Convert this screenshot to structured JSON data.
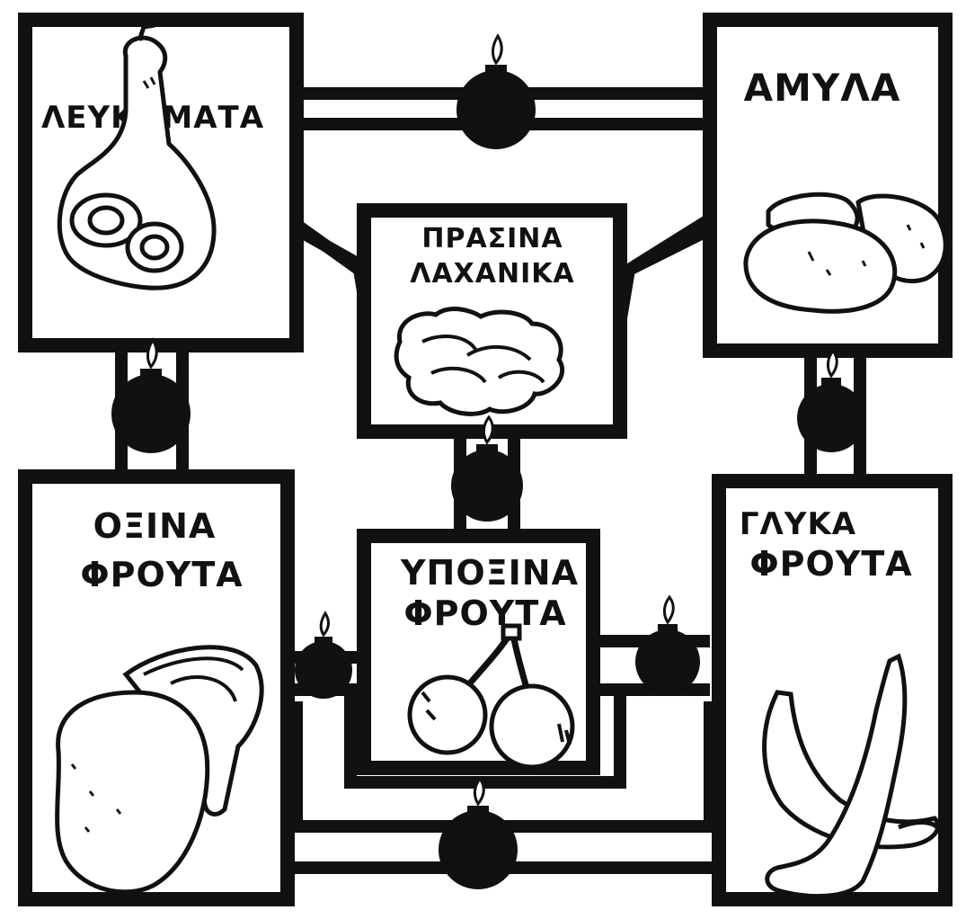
{
  "colors": {
    "ink": "#111111",
    "paper": "#ffffff"
  },
  "groups": {
    "proteins": {
      "label": "ΛΕΥΚΩΜΑΤΑ",
      "icon": "ham-icon"
    },
    "starches": {
      "label": "ΑΜΥΛΑ",
      "icon": "potatoes-icon"
    },
    "green_vegetables": {
      "line1": "ΠΡΑΣΙΝΑ",
      "line2": "ΛΑΧΑΝΙΚΑ",
      "icon": "lettuce-icon"
    },
    "acid_fruits": {
      "line1": "ΟΞΙΝΑ",
      "line2": "ΦΡΟΥΤΑ",
      "icon": "lemon-icon"
    },
    "subacid_fruits": {
      "line1": "ΥΠΟΞΙΝΑ",
      "line2": "ΦΡΟΥΤΑ",
      "icon": "cherries-icon"
    },
    "sweet_fruits": {
      "line1": "ΓΛΥΚΑ",
      "line2": "ΦΡΟΥΤΑ",
      "icon": "bananas-icon"
    }
  },
  "bombs": [
    {
      "between": "proteins-starches"
    },
    {
      "between": "proteins-acid_fruits"
    },
    {
      "between": "starches-sweet_fruits"
    },
    {
      "between": "green_vegetables-subacid_fruits"
    },
    {
      "between": "acid_fruits-subacid_fruits"
    },
    {
      "between": "subacid_fruits-sweet_fruits"
    },
    {
      "between": "acid_fruits-sweet_fruits"
    }
  ]
}
